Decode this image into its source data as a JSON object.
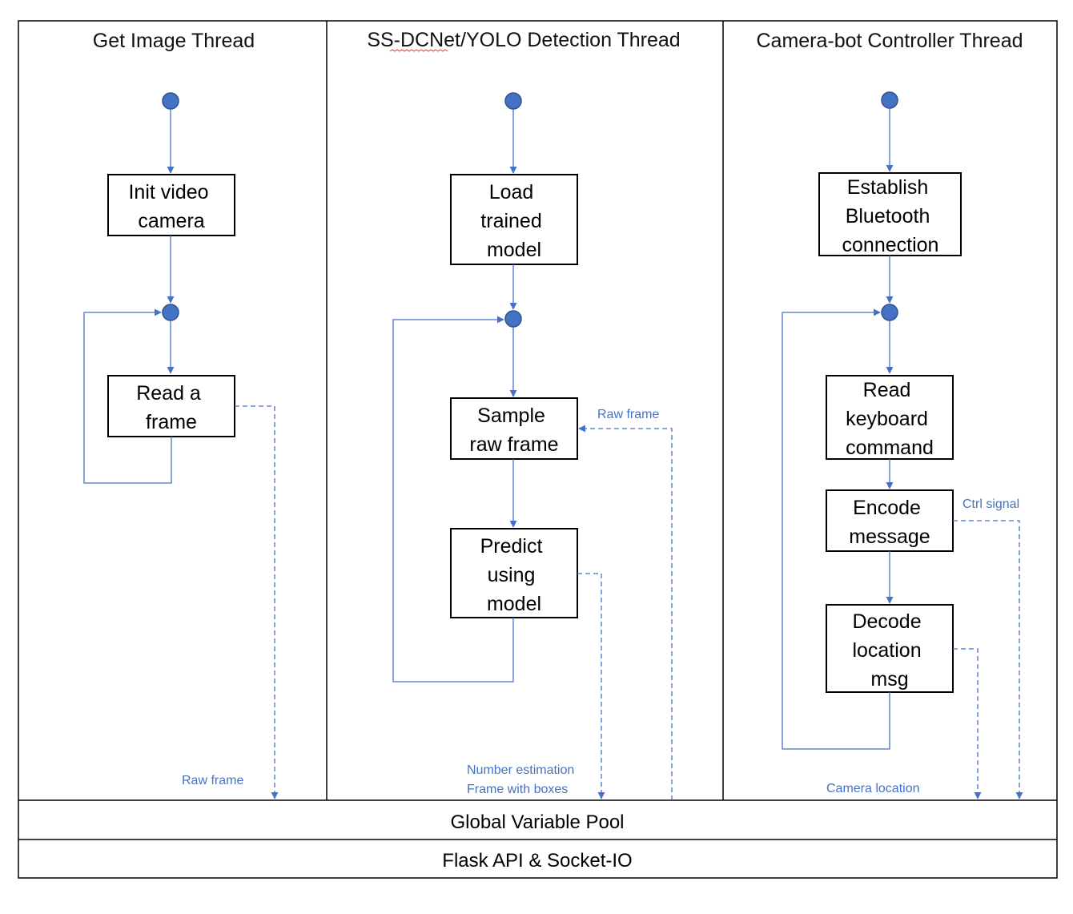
{
  "lanes": {
    "get_image": {
      "title": "Get Image Thread"
    },
    "detection": {
      "title": "SS-DCNet/YOLO Detection Thread"
    },
    "controller": {
      "title": "Camera-bot Controller Thread"
    }
  },
  "nodes": {
    "init_camera": [
      "Init video",
      "camera"
    ],
    "read_frame": [
      "Read a",
      "frame"
    ],
    "load_model": [
      "Load",
      "trained",
      "model"
    ],
    "sample_frame": [
      "Sample",
      "raw frame"
    ],
    "predict": [
      "Predict",
      "using",
      "model"
    ],
    "bluetooth": [
      "Establish",
      "Bluetooth",
      "connection"
    ],
    "read_keyboard": [
      "Read",
      "keyboard",
      "command"
    ],
    "encode": [
      "Encode",
      "message"
    ],
    "decode": [
      "Decode",
      "location",
      "msg"
    ]
  },
  "edge_labels": {
    "raw_frame_out": "Raw frame",
    "raw_frame_in": "Raw frame",
    "number_estimation": "Number estimation",
    "frame_with_boxes": "Frame with boxes",
    "ctrl_signal": "Ctrl signal",
    "camera_location": "Camera location"
  },
  "bottom": {
    "pool": "Global Variable Pool",
    "api": "Flask API & Socket-IO"
  },
  "colors": {
    "flow": "#4472c4",
    "dot_fill": "#4472c4",
    "box_border": "#000000"
  }
}
